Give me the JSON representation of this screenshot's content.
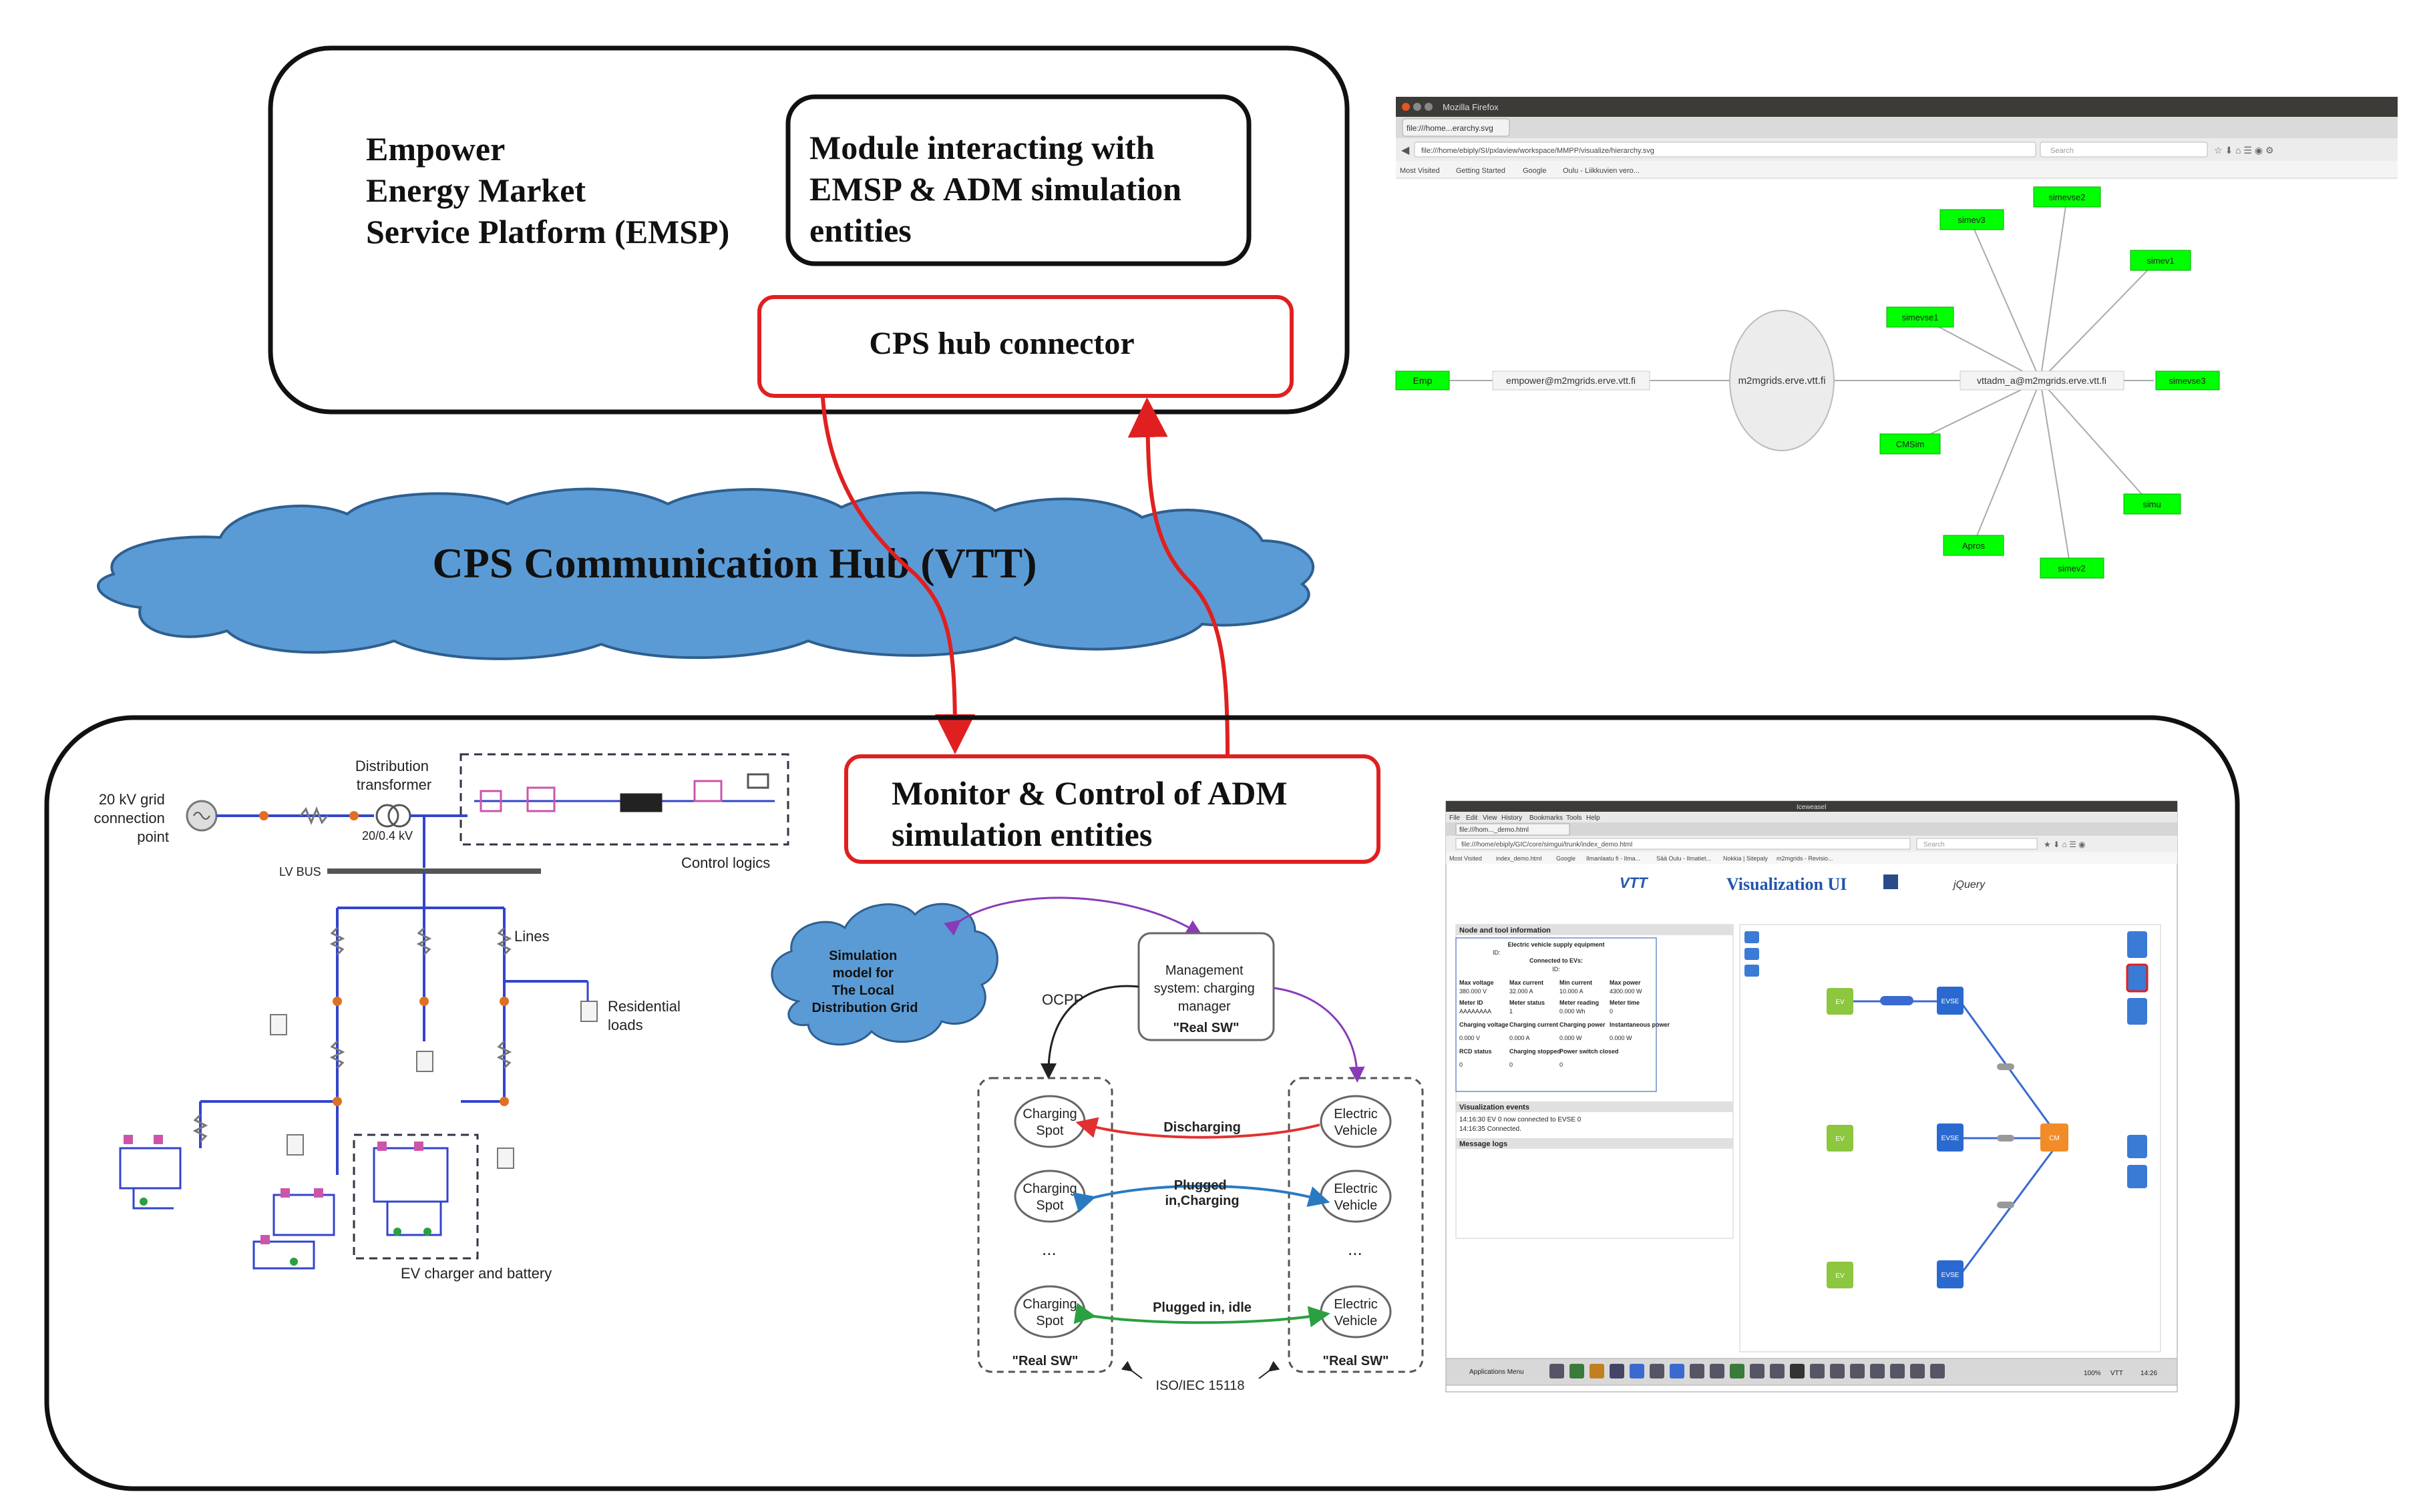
{
  "emsp": {
    "title_lines": [
      "Empower",
      "Energy Market",
      "Service Platform (EMSP)"
    ],
    "module_lines": [
      "Module interacting with",
      "EMSP & ADM simulation",
      "entities"
    ],
    "connector": "CPS hub connector"
  },
  "hub": {
    "label": "CPS Communication Hub (VTT)"
  },
  "adm": {
    "lines": [
      "Monitor & Control of ADM",
      "simulation entities"
    ]
  },
  "browser_top": {
    "title": "Mozilla Firefox",
    "tab": "file:///home...erarchy.svg",
    "url": "file:///home/ebiply/SI/pxlaview/workspace/MMPP/visualize/hierarchy.svg",
    "search": "Search",
    "bookmarks": [
      "Most Visited",
      "Getting Started",
      "Google",
      "Oulu - Liikkuvien vero..."
    ],
    "nodes": {
      "emp": "Emp",
      "empower": "empower@m2mgrids.erve.vtt.fi",
      "hub": "m2mgrids.erve.vtt.fi",
      "vttadm": "vttadm_a@m2mgrids.erve.vtt.fi",
      "simev3": "simev3",
      "simevse2": "simevse2",
      "simev1": "simev1",
      "simevse1": "simevse1",
      "simevse3": "simevse3",
      "cmsim": "CMSim",
      "simu": "simu",
      "apros": "Apros",
      "simev2": "simev2"
    }
  },
  "circuit": {
    "grid": [
      "20 kV grid",
      "connection",
      "point"
    ],
    "transformer": [
      "Distribution",
      "transformer"
    ],
    "voltage": "20/0.4 kV",
    "lv_bus": "LV BUS",
    "control": "Control logics",
    "lines": "Lines",
    "residential": [
      "Residential",
      "loads"
    ],
    "ev": "EV charger and battery"
  },
  "ev_diagram": {
    "cloud": [
      "Simulation",
      "model for",
      "The Local",
      "Distribution Grid"
    ],
    "ocpp": "OCPP",
    "manager": [
      "Management",
      "system: charging",
      "manager",
      "\"Real SW\""
    ],
    "spots": [
      [
        "Charging",
        "Spot"
      ],
      [
        "Charging",
        "Spot"
      ],
      [
        "Charging",
        "Spot"
      ]
    ],
    "vehicles": [
      [
        "Electric",
        "Vehicle"
      ],
      [
        "Electric",
        "Vehicle"
      ],
      [
        "Electric",
        "Vehicle"
      ]
    ],
    "flows": [
      [
        "Discharging"
      ],
      [
        "Plugged",
        "in,Charging"
      ],
      [
        "Plugged in, idle"
      ]
    ],
    "ellipsis": "...",
    "real_sw": "\"Real SW\"",
    "iso": "ISO/IEC 15118"
  },
  "vis_ui": {
    "window_title": "Iceweasel",
    "menu": [
      "File",
      "Edit",
      "View",
      "History",
      "Bookmarks",
      "Tools",
      "Help"
    ],
    "tab": "file:///hom..._demo.html",
    "url": "file:///home/ebiply/GIC/core/simgui/trunk/index_demo.html",
    "search": "Search",
    "bookmarks": [
      "Most Visited",
      "index_demo.html",
      "Google",
      "Ilmanlaatu fi - Ilma...",
      "Sää Oulu - Ilmatiet...",
      "Nokkia | Sitepaly",
      "m2mgrids - Revisio..."
    ],
    "title": "Visualization UI",
    "logo_vtt": "VTT",
    "logo_jquery": "jQuery",
    "panel_node": "Node and tool information",
    "table_title": "Electric vehicle supply equipment",
    "connected": "Connected to EVs:",
    "id": "ID:",
    "headers1": [
      "Max voltage",
      "Max current",
      "Min current",
      "Max power"
    ],
    "values1": [
      "380.000 V",
      "32.000 A",
      "10.000 A",
      "4300.000 W"
    ],
    "headers2": [
      "Meter ID",
      "Meter status",
      "Meter reading",
      "Meter time"
    ],
    "values2": [
      "AAAAAAAA",
      "1",
      "0.000 Wh",
      "0"
    ],
    "headers3": [
      "Charging voltage",
      "Charging current",
      "Charging power",
      "Instantaneous power"
    ],
    "values3": [
      "0.000 V",
      "0.000 A",
      "0.000 W",
      "0.000 W"
    ],
    "headers4": [
      "RCD status",
      "Charging stopped",
      "Power switch closed"
    ],
    "values4": [
      "0",
      "0",
      "0"
    ],
    "events_title": "Visualization events",
    "events": [
      "14:16:30 EV 0 now connected to EVSE 0",
      "14:16:35 Connected."
    ],
    "logs_title": "Message logs",
    "graph_nodes": {
      "ev": "EV",
      "evse": "EVSE",
      "cm": "CM"
    },
    "taskbar": {
      "menu": "Applications Menu",
      "battery": "100%",
      "user": "VTT",
      "time": "14:26"
    }
  }
}
